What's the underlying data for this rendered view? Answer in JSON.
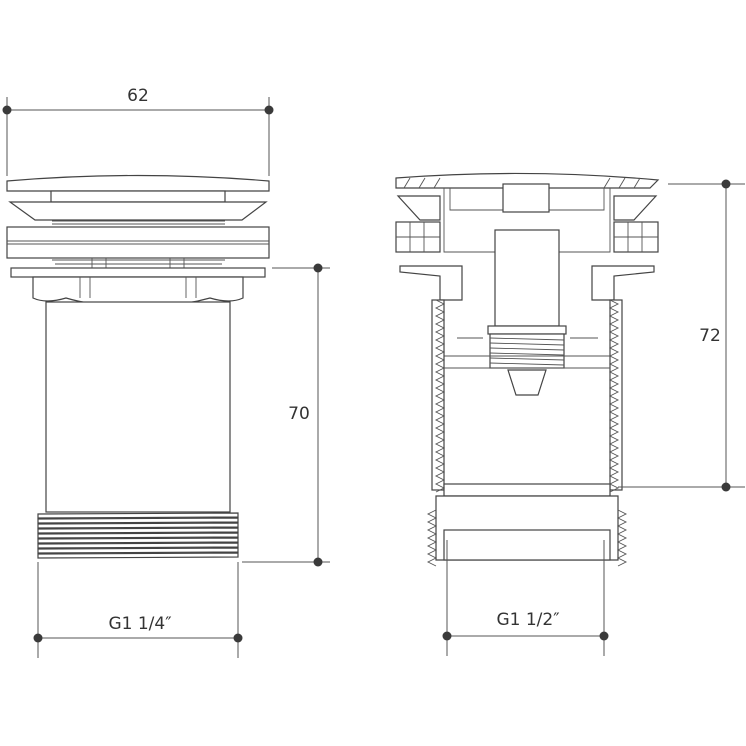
{
  "left_view": {
    "width_dimension": "62",
    "height_dimension": "70",
    "thread_label": "G1 1/4″"
  },
  "right_view": {
    "height_dimension": "72",
    "thread_label": "G1 1/2″"
  }
}
